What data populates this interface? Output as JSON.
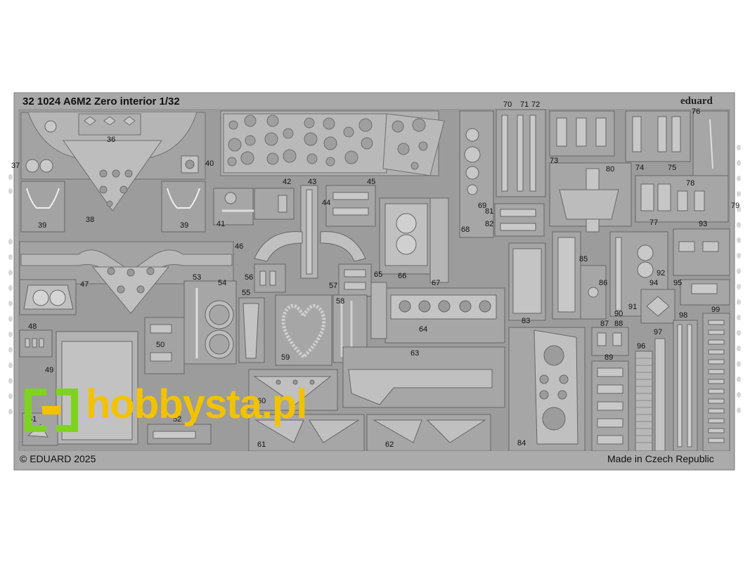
{
  "header": {
    "title": "32 1024 A6M2 Zero interior 1/32",
    "brand": "eduard"
  },
  "footer": {
    "copyright": "© EDUARD 2025",
    "made_in": "Made in Czech Republic"
  },
  "watermark": {
    "text": "hobbysta.pl",
    "color": "#f2c200",
    "logo_color": "#7ed321"
  },
  "fret": {
    "background_color": "#a7a7a7",
    "frame_color": "#8f8f8f",
    "part_numbers": [
      "36",
      "37",
      "38",
      "39",
      "39",
      "40",
      "41",
      "42",
      "43",
      "44",
      "45",
      "46",
      "47",
      "48",
      "49",
      "50",
      "51",
      "52",
      "53",
      "54",
      "55",
      "56",
      "57",
      "58",
      "59",
      "60",
      "61",
      "62",
      "63",
      "64",
      "65",
      "66",
      "67",
      "68",
      "69",
      "70",
      "71",
      "72",
      "73",
      "74",
      "75",
      "76",
      "77",
      "78",
      "79",
      "80",
      "81",
      "82",
      "83",
      "84",
      "85",
      "86",
      "87",
      "88",
      "89",
      "90",
      "91",
      "92",
      "93",
      "94",
      "95",
      "96",
      "97",
      "98",
      "99"
    ]
  }
}
